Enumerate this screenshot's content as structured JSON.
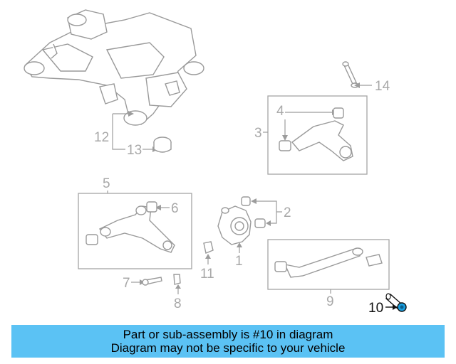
{
  "banner": {
    "line1": "Part or sub-assembly is #10 in diagram",
    "line2": "Diagram may not be specific to your vehicle"
  },
  "highlight_color": "#1a9fe0",
  "banner_color": "#5bc2f4",
  "highlighted_part": "10",
  "callouts": {
    "c1": "1",
    "c2": "2",
    "c3": "3",
    "c4": "4",
    "c5": "5",
    "c6": "6",
    "c7": "7",
    "c8": "8",
    "c9": "9",
    "c10": "10",
    "c11": "11",
    "c12": "12",
    "c13": "13",
    "c14": "14"
  }
}
